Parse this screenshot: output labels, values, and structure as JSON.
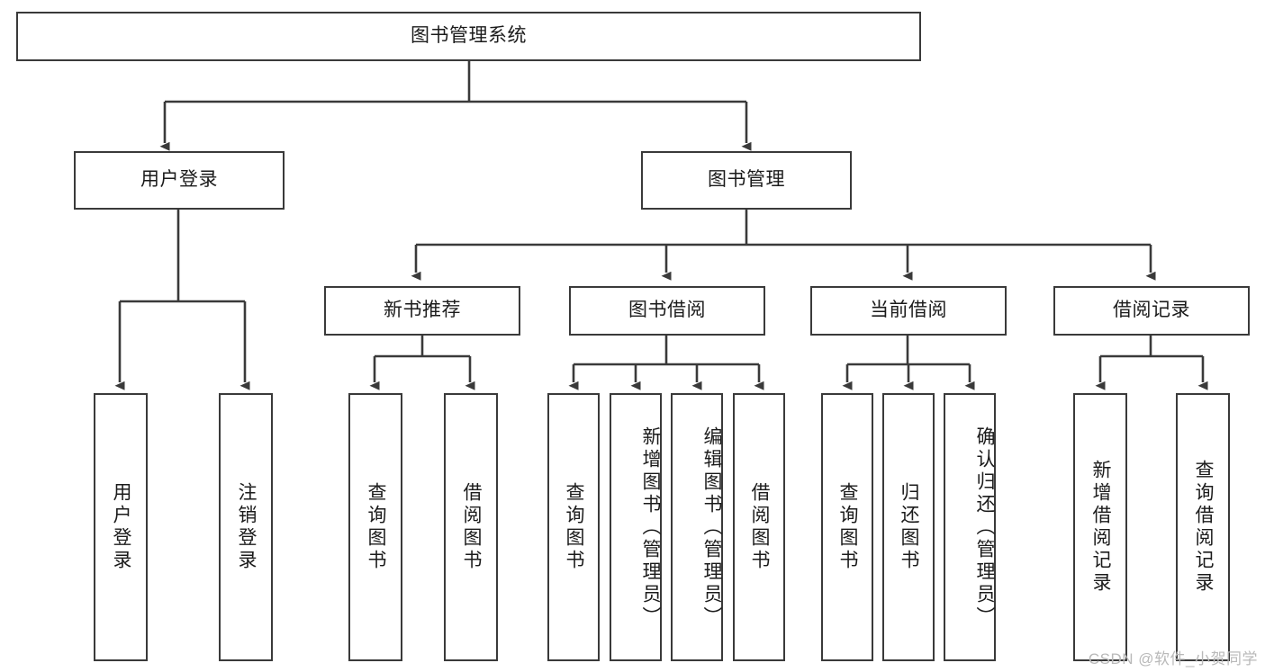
{
  "diagram": {
    "title": "图书管理系统",
    "type": "hierarchy-tree",
    "watermark": "CSDN @软件_小贺同学",
    "colors": {
      "stroke": "#3a3a3a",
      "fill": "#ffffff",
      "text": "#1b1b1b",
      "watermark": "#b9b9b9"
    },
    "nodes": {
      "root": {
        "label": "图书管理系统"
      },
      "level1": [
        {
          "id": "user-login",
          "label": "用户登录"
        },
        {
          "id": "book-manage",
          "label": "图书管理"
        }
      ],
      "level2": [
        {
          "id": "new-book-recommend",
          "label": "新书推荐"
        },
        {
          "id": "book-borrow",
          "label": "图书借阅"
        },
        {
          "id": "current-borrow",
          "label": "当前借阅"
        },
        {
          "id": "borrow-record",
          "label": "借阅记录"
        }
      ],
      "leaves": {
        "user-login": [
          {
            "id": "leaf-user-login",
            "label": "用户登录"
          },
          {
            "id": "leaf-logout-login",
            "label": "注销登录"
          }
        ],
        "new-book-recommend": [
          {
            "id": "leaf-query-book-1",
            "label": "查询图书"
          },
          {
            "id": "leaf-borrow-book-1",
            "label": "借阅图书"
          }
        ],
        "book-borrow": [
          {
            "id": "leaf-query-book-2",
            "label": "查询图书"
          },
          {
            "id": "leaf-add-book-admin",
            "label": "新增图书（管理员）"
          },
          {
            "id": "leaf-edit-book-admin",
            "label": "编辑图书（管理员）"
          },
          {
            "id": "leaf-borrow-book-2",
            "label": "借阅图书"
          }
        ],
        "current-borrow": [
          {
            "id": "leaf-query-book-3",
            "label": "查询图书"
          },
          {
            "id": "leaf-return-book",
            "label": "归还图书"
          },
          {
            "id": "leaf-confirm-return-admin",
            "label": "确认归还（管理员）"
          }
        ],
        "borrow-record": [
          {
            "id": "leaf-add-borrow-record",
            "label": "新增借阅记录"
          },
          {
            "id": "leaf-query-borrow-record",
            "label": "查询借阅记录"
          }
        ]
      }
    }
  }
}
